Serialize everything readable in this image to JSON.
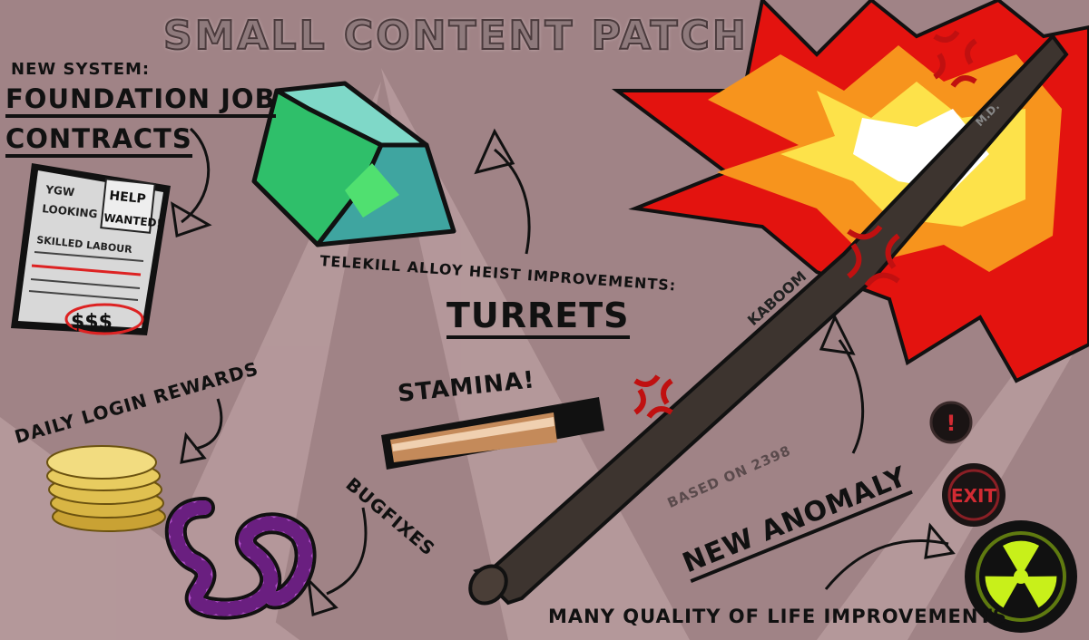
{
  "title": "SMALL CONTENT PATCH",
  "features": {
    "new_system_label": "NEW SYSTEM:",
    "foundation_line1": "FOUNDATION JOB",
    "foundation_line2": "CONTRACTS",
    "telekill": "TELEKILL ALLOY HEIST IMPROVEMENTS:",
    "turrets": "TURRETS",
    "stamina": "STAMINA!",
    "daily_login": "DAILY LOGIN REWARDS",
    "bugfixes": "BUGFIXES",
    "anomaly_note": "BASED ON 2398",
    "new_anomaly": "NEW ANOMALY",
    "qol": "MANY QUALITY OF LIFE IMPROVEMENTS"
  },
  "poster": {
    "org": "YGW",
    "line1": "LOOKING",
    "line2": "SKILLED LABOUR",
    "stamp_line1": "HELP",
    "stamp_line2": "WANTED!",
    "money": "$$$"
  },
  "bat": {
    "engraving": "KABOOM",
    "brand": "M.D."
  },
  "buttons": {
    "alert": "!",
    "exit": "EXIT"
  },
  "icons": [
    "job-poster",
    "alloy-gem",
    "explosion",
    "baseball-bat",
    "stamina-bar",
    "coin-stack",
    "worm",
    "alert-button",
    "exit-button",
    "radiation-button",
    "arrow"
  ],
  "colors": {
    "background": "#a08386",
    "explosion_red": "#e3130f",
    "explosion_orange": "#f7941d",
    "explosion_yellow": "#fde24a",
    "gem": "#3fd86a",
    "radiation": "#c8f01a",
    "worm": "#b04fc8",
    "exit_red": "#d22b33"
  }
}
